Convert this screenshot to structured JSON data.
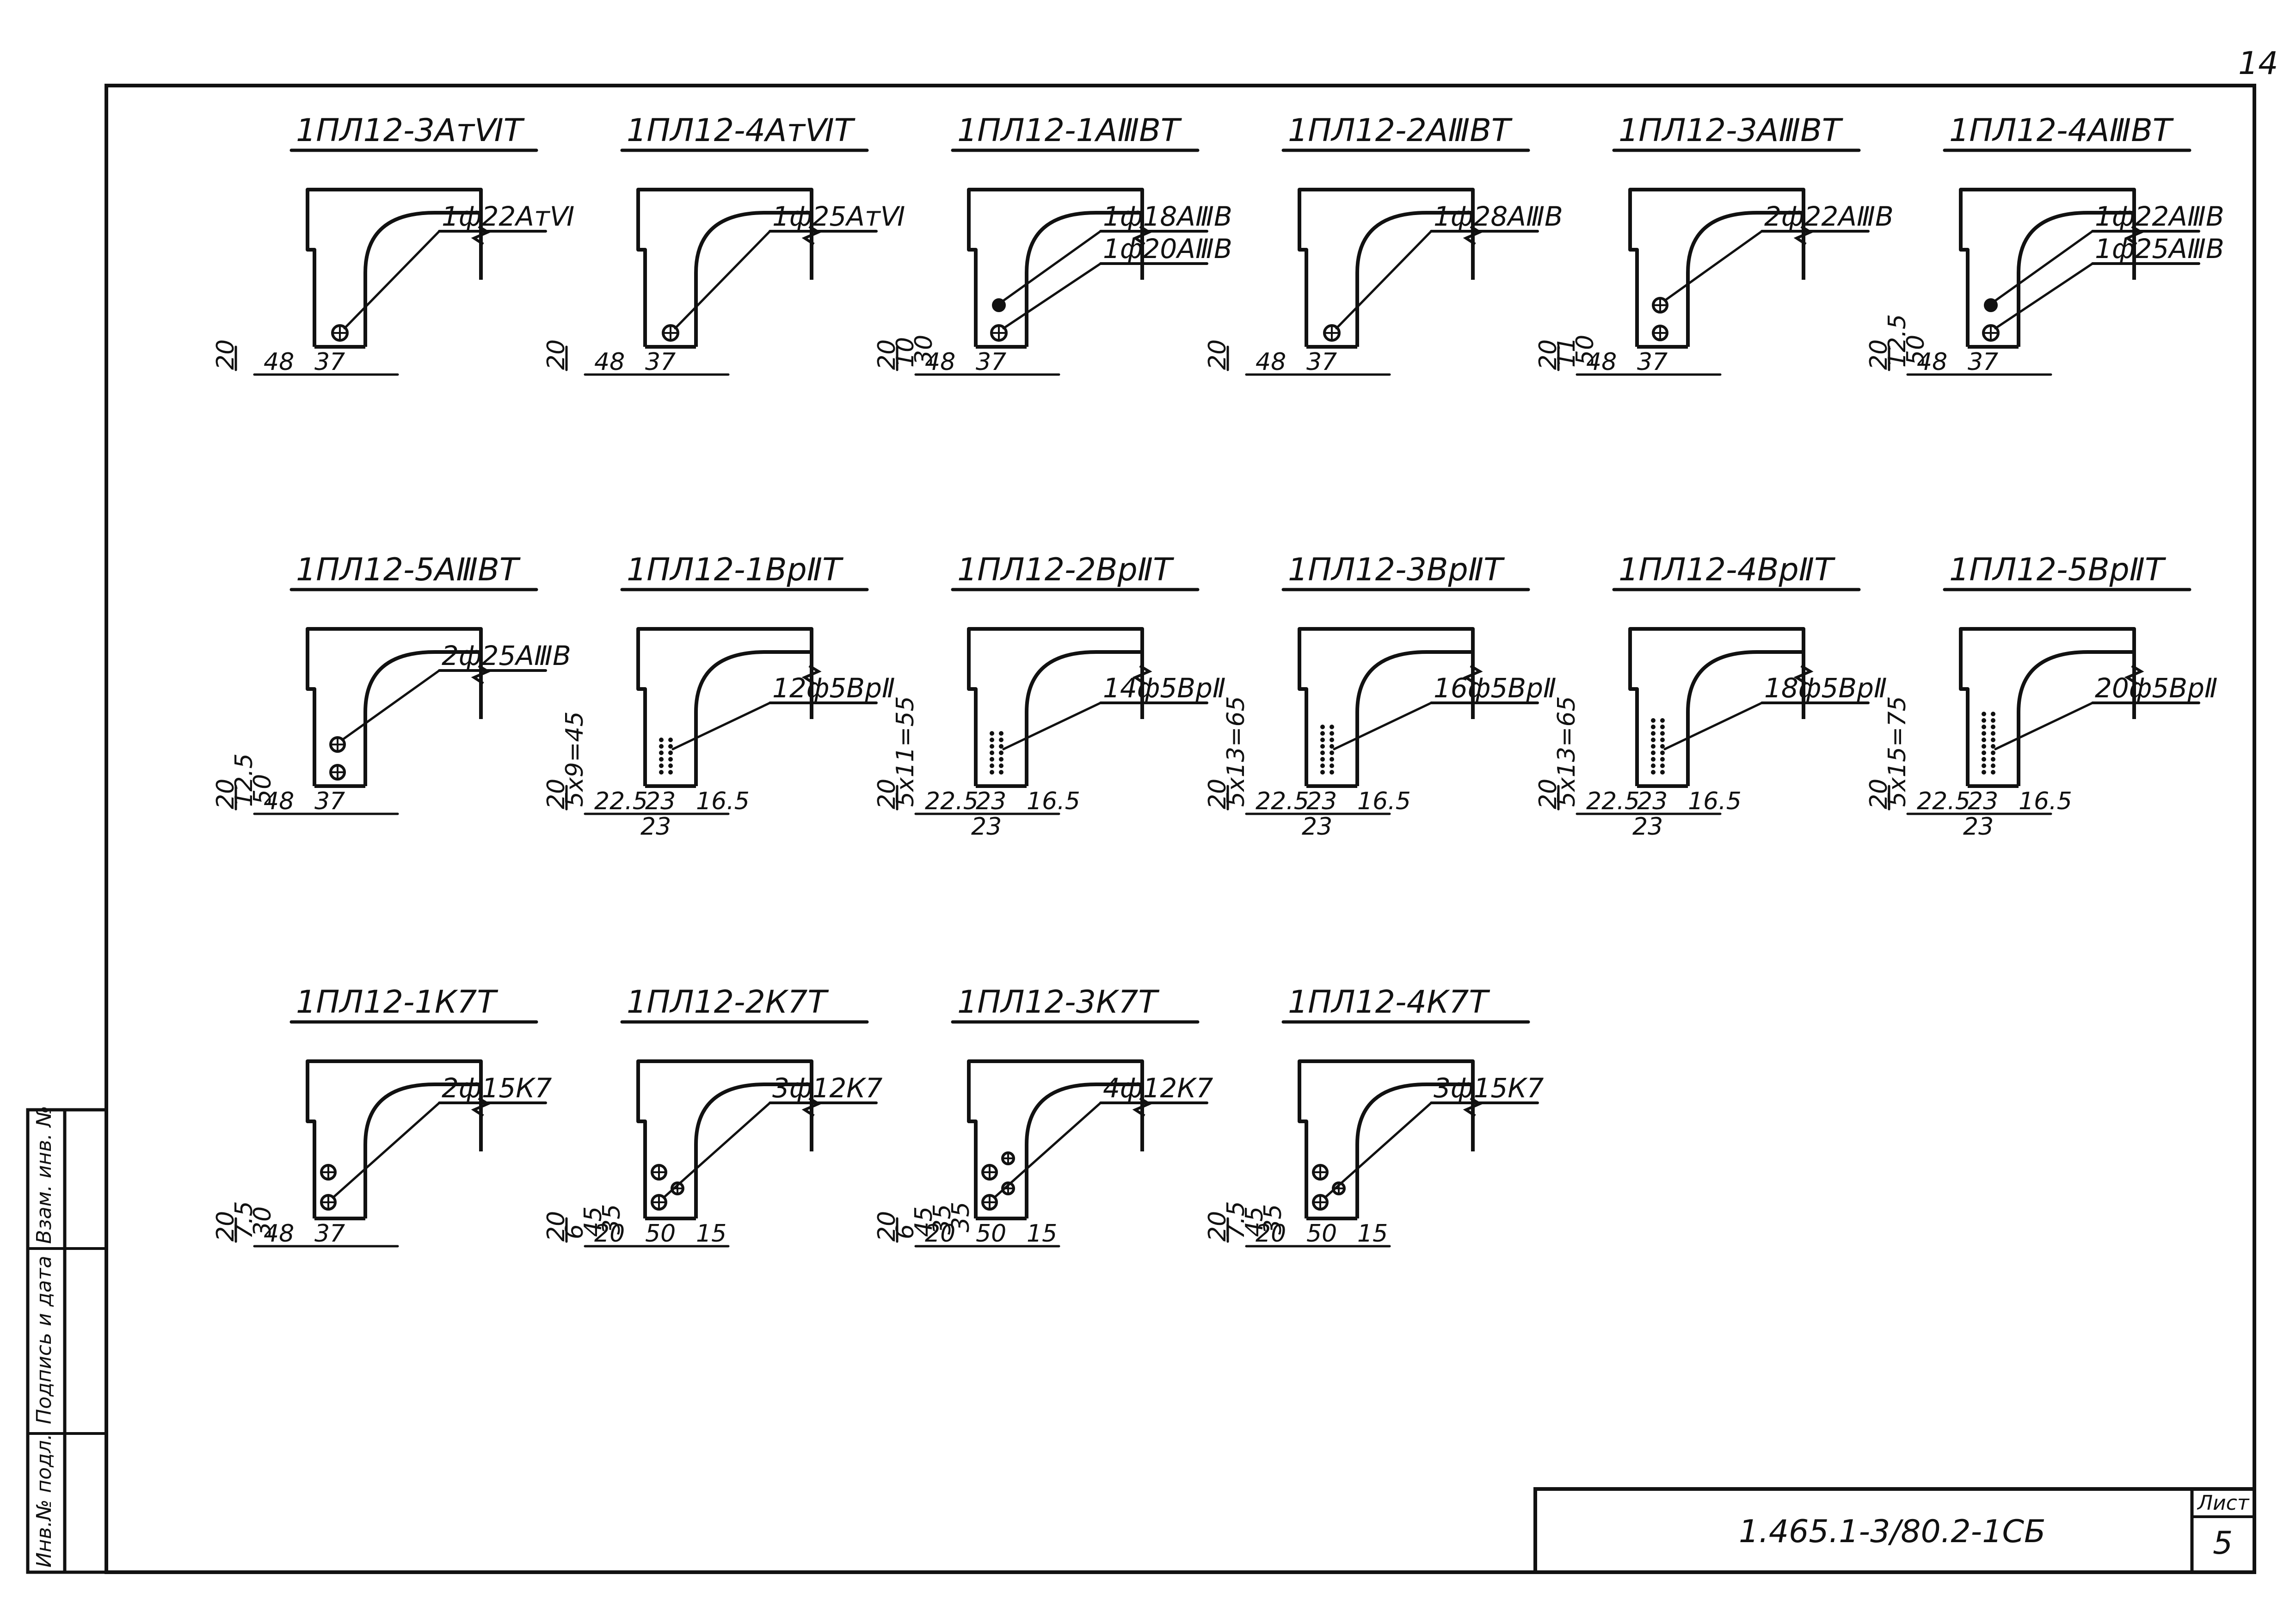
{
  "sheet": {
    "page_mark": "14",
    "designation": "1.465.1-3/80.2-1СБ",
    "sheet_label": "Лист",
    "sheet_number": "5",
    "stamp": [
      "Инв.№ подл.",
      "Подпись и дата",
      "Взам. инв. №"
    ]
  },
  "rows": [
    [
      {
        "title": "1ПЛ12-3АтⅥТ",
        "callouts": [
          "1ф22АтⅥ"
        ],
        "dims": [
          "20",
          "48",
          "37"
        ]
      },
      {
        "title": "1ПЛ12-4АтⅥТ",
        "callouts": [
          "1ф25АтⅥ"
        ],
        "dims": [
          "20",
          "48",
          "37"
        ]
      },
      {
        "title": "1ПЛ12-1АⅢВТ",
        "callouts": [
          "1ф18АⅢВ",
          "1ф20АⅢВ"
        ],
        "dims": [
          "20",
          "10",
          "30",
          "48",
          "37"
        ]
      },
      {
        "title": "1ПЛ12-2АⅢВТ",
        "callouts": [
          "1ф28АⅢВ"
        ],
        "dims": [
          "20",
          "48",
          "37"
        ]
      },
      {
        "title": "1ПЛ12-3АⅢВТ",
        "callouts": [
          "2ф22АⅢВ"
        ],
        "dims": [
          "20",
          "11",
          "50",
          "48",
          "37"
        ]
      },
      {
        "title": "1ПЛ12-4АⅢВТ",
        "callouts": [
          "1ф22АⅢВ",
          "1ф25АⅢВ"
        ],
        "dims": [
          "20",
          "12.5",
          "50",
          "48",
          "37"
        ]
      }
    ],
    [
      {
        "title": "1ПЛ12-5АⅢВТ",
        "callouts": [
          "2ф25АⅢВ"
        ],
        "dims": [
          "20",
          "12.5",
          "50",
          "48",
          "37"
        ]
      },
      {
        "title": "1ПЛ12-1ВрⅡТ",
        "callouts": [
          "12ф5ВрⅡ"
        ],
        "dims": [
          "20",
          "5х9=45",
          "22.5",
          "23",
          "16.5",
          "23"
        ]
      },
      {
        "title": "1ПЛ12-2ВрⅡТ",
        "callouts": [
          "14ф5ВрⅡ"
        ],
        "dims": [
          "20",
          "5х11=55",
          "22.5",
          "23",
          "16.5",
          "23"
        ]
      },
      {
        "title": "1ПЛ12-3ВрⅡТ",
        "callouts": [
          "16ф5ВрⅡ"
        ],
        "dims": [
          "20",
          "5х13=65",
          "22.5",
          "23",
          "16.5",
          "23"
        ]
      },
      {
        "title": "1ПЛ12-4ВрⅡТ",
        "callouts": [
          "18ф5ВрⅡ"
        ],
        "dims": [
          "20",
          "5х13=65",
          "22.5",
          "23",
          "16.5",
          "23"
        ]
      },
      {
        "title": "1ПЛ12-5ВрⅡТ",
        "callouts": [
          "20ф5ВрⅡ"
        ],
        "dims": [
          "20",
          "5х15=75",
          "22.5",
          "23",
          "16.5",
          "23"
        ]
      }
    ],
    [
      {
        "title": "1ПЛ12-1К7Т",
        "callouts": [
          "2ф15К7"
        ],
        "dims": [
          "20",
          "7.5",
          "30",
          "48",
          "37"
        ]
      },
      {
        "title": "1ПЛ12-2К7Т",
        "callouts": [
          "3ф12К7"
        ],
        "dims": [
          "20",
          "6",
          "45",
          "35",
          "20",
          "50",
          "15"
        ]
      },
      {
        "title": "1ПЛ12-3К7Т",
        "callouts": [
          "4ф12К7"
        ],
        "dims": [
          "20",
          "6",
          "45",
          "35",
          "35",
          "20",
          "50",
          "15"
        ]
      },
      {
        "title": "1ПЛ12-4К7Т",
        "callouts": [
          "3ф15К7"
        ],
        "dims": [
          "20",
          "7.5",
          "45",
          "35",
          "20",
          "50",
          "15"
        ]
      }
    ]
  ]
}
